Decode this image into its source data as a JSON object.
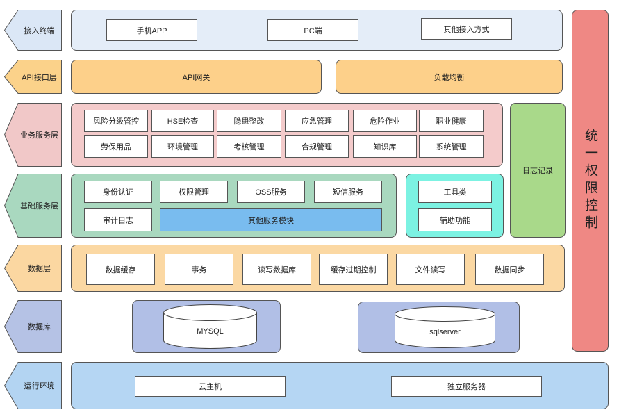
{
  "layers": [
    {
      "label": "接入终端",
      "color": "#dbe7f6"
    },
    {
      "label": "API接口层",
      "color": "#fbd28a"
    },
    {
      "label": "业务服务层",
      "color": "#f1c8c8"
    },
    {
      "label": "基础服务层",
      "color": "#a9d8bf"
    },
    {
      "label": "数据层",
      "color": "#fbd7a1"
    },
    {
      "label": "数据库",
      "color": "#b5c2e5"
    },
    {
      "label": "运行环境",
      "color": "#b3d4f2"
    }
  ],
  "access": {
    "items": [
      "手机APP",
      "PC端",
      "其他接入方式"
    ]
  },
  "api": {
    "gateway": "API网关",
    "lb": "负载均衡"
  },
  "business": {
    "items": [
      "风险分级管控",
      "HSE检查",
      "隐患整改",
      "应急管理",
      "危险作业",
      "职业健康",
      "劳保用品",
      "环境管理",
      "考核管理",
      "合规管理",
      "知识库",
      "系统管理"
    ]
  },
  "basic": {
    "items": [
      "身份认证",
      "权限管理",
      "OSS服务",
      "短信服务",
      "审计日志"
    ],
    "other": "其他服务模块"
  },
  "tools": {
    "items": [
      "工具类",
      "辅助功能"
    ]
  },
  "log": {
    "label": "日志记录"
  },
  "data_layer": {
    "items": [
      "数据缓存",
      "事务",
      "读写数据库",
      "缓存过期控制",
      "文件读写",
      "数据同步"
    ]
  },
  "database": {
    "items": [
      "MYSQL",
      "sqlserver"
    ]
  },
  "runtime": {
    "items": [
      "云主机",
      "独立服务器"
    ]
  },
  "auth": {
    "label": "统一权限控制"
  }
}
